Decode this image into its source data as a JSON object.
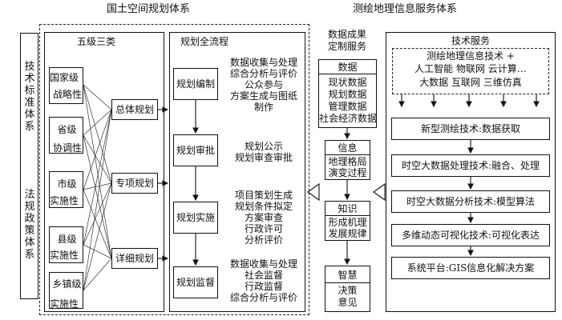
{
  "left_title": "国土空间规划体系",
  "right_title": "测绘地理信息服务体系",
  "side": {
    "top": "技术标准体系",
    "bottom": "法规政策体系"
  },
  "five_levels": {
    "title": "五级三类",
    "levels": [
      {
        "name": "国家级",
        "sub": "战略性"
      },
      {
        "name": "省级",
        "sub": "协调性"
      },
      {
        "name": "市级",
        "sub": "实施性"
      },
      {
        "name": "县级",
        "sub": "实施性"
      },
      {
        "name": "乡镇级",
        "sub": "实施性"
      }
    ],
    "types": [
      "总体规划",
      "专项规划",
      "详细规划"
    ]
  },
  "process": {
    "title": "规划全流程",
    "stages": [
      {
        "name": "规划编制",
        "items": [
          "数据收集与处理",
          "综合分析与评价",
          "公众参与",
          "方案生成与图纸",
          "制作"
        ]
      },
      {
        "name": "规划审批",
        "items": [
          "规划公示",
          "规划审查审批"
        ]
      },
      {
        "name": "规划实施",
        "items": [
          "项目策划生成",
          "规划条件拟定",
          "方案审查",
          "行政许可",
          "分析评价"
        ]
      },
      {
        "name": "规划监督",
        "items": [
          "数据收集与处理",
          "社会监督",
          "行政监督",
          "综合分析与评价"
        ]
      }
    ]
  },
  "data_service": {
    "title": [
      "数据成果",
      "定制服务"
    ],
    "data": {
      "head": "数据",
      "items": [
        "现状数据",
        "规划数据",
        "管理数据",
        "社会经济数据"
      ]
    },
    "info": {
      "head": "信息",
      "items": [
        "地理格局",
        "演变过程"
      ]
    },
    "knowledge": {
      "head": "知识",
      "items": [
        "形成机理",
        "发展规律"
      ]
    },
    "wisdom": {
      "head": "智慧",
      "items": [
        "决策",
        "意见"
      ]
    }
  },
  "tech_service": {
    "title": "技术服务",
    "top_lines": [
      "测绘地理信息技术 +",
      "人工智能  物联网  云计算…",
      "大数据    互联网  三维仿真"
    ],
    "steps": [
      "新型测绘技术:数据获取",
      "时空大数据处理技术:融合、处理",
      "时空大数据分析技术:模型算法",
      "多维动态可视化技术:可视化表达",
      "系统平台:GIS信息化解决方案"
    ]
  }
}
